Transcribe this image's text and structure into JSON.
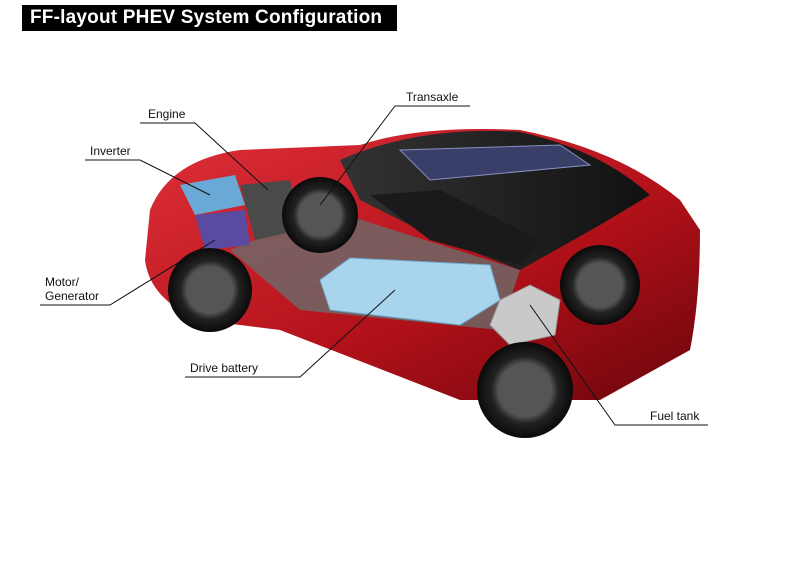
{
  "title": "FF-layout PHEV System Configuration",
  "labels": {
    "transaxle": "Transaxle",
    "engine": "Engine",
    "inverter": "Inverter",
    "motor_line1": "Motor/",
    "motor_line2": "Generator",
    "drive_battery": "Drive battery",
    "fuel_tank": "Fuel tank"
  },
  "colors": {
    "body": "#b8141e",
    "battery": "#a9d4ee",
    "inverter": "#6aa9d6",
    "motor": "#5a4aa0"
  }
}
